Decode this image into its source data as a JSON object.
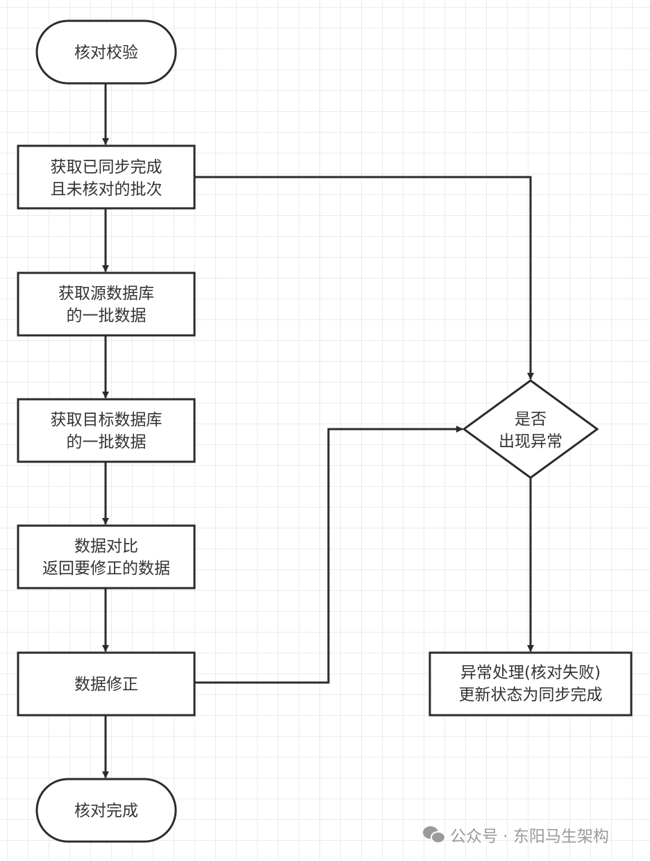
{
  "nodes": {
    "start": {
      "label": "核对校验"
    },
    "fetch_batch": {
      "line1": "获取已同步完成",
      "line2": "且未核对的批次"
    },
    "fetch_source": {
      "line1": "获取源数据库",
      "line2": "的一批数据"
    },
    "fetch_target": {
      "line1": "获取目标数据库",
      "line2": "的一批数据"
    },
    "compare": {
      "line1": "数据对比",
      "line2": "返回要修正的数据"
    },
    "fix": {
      "label": "数据修正"
    },
    "end": {
      "label": "核对完成"
    },
    "decision": {
      "line1": "是否",
      "line2": "出现异常"
    },
    "exception": {
      "line1": "异常处理(核对失败)",
      "line2": "更新状态为同步完成"
    }
  },
  "watermark": {
    "text": "公众号 · 东阳马生架构",
    "icon": "wechat-icon"
  },
  "colors": {
    "stroke": "#2b2b2b",
    "grid": "#ebebeb",
    "text": "#333333"
  }
}
